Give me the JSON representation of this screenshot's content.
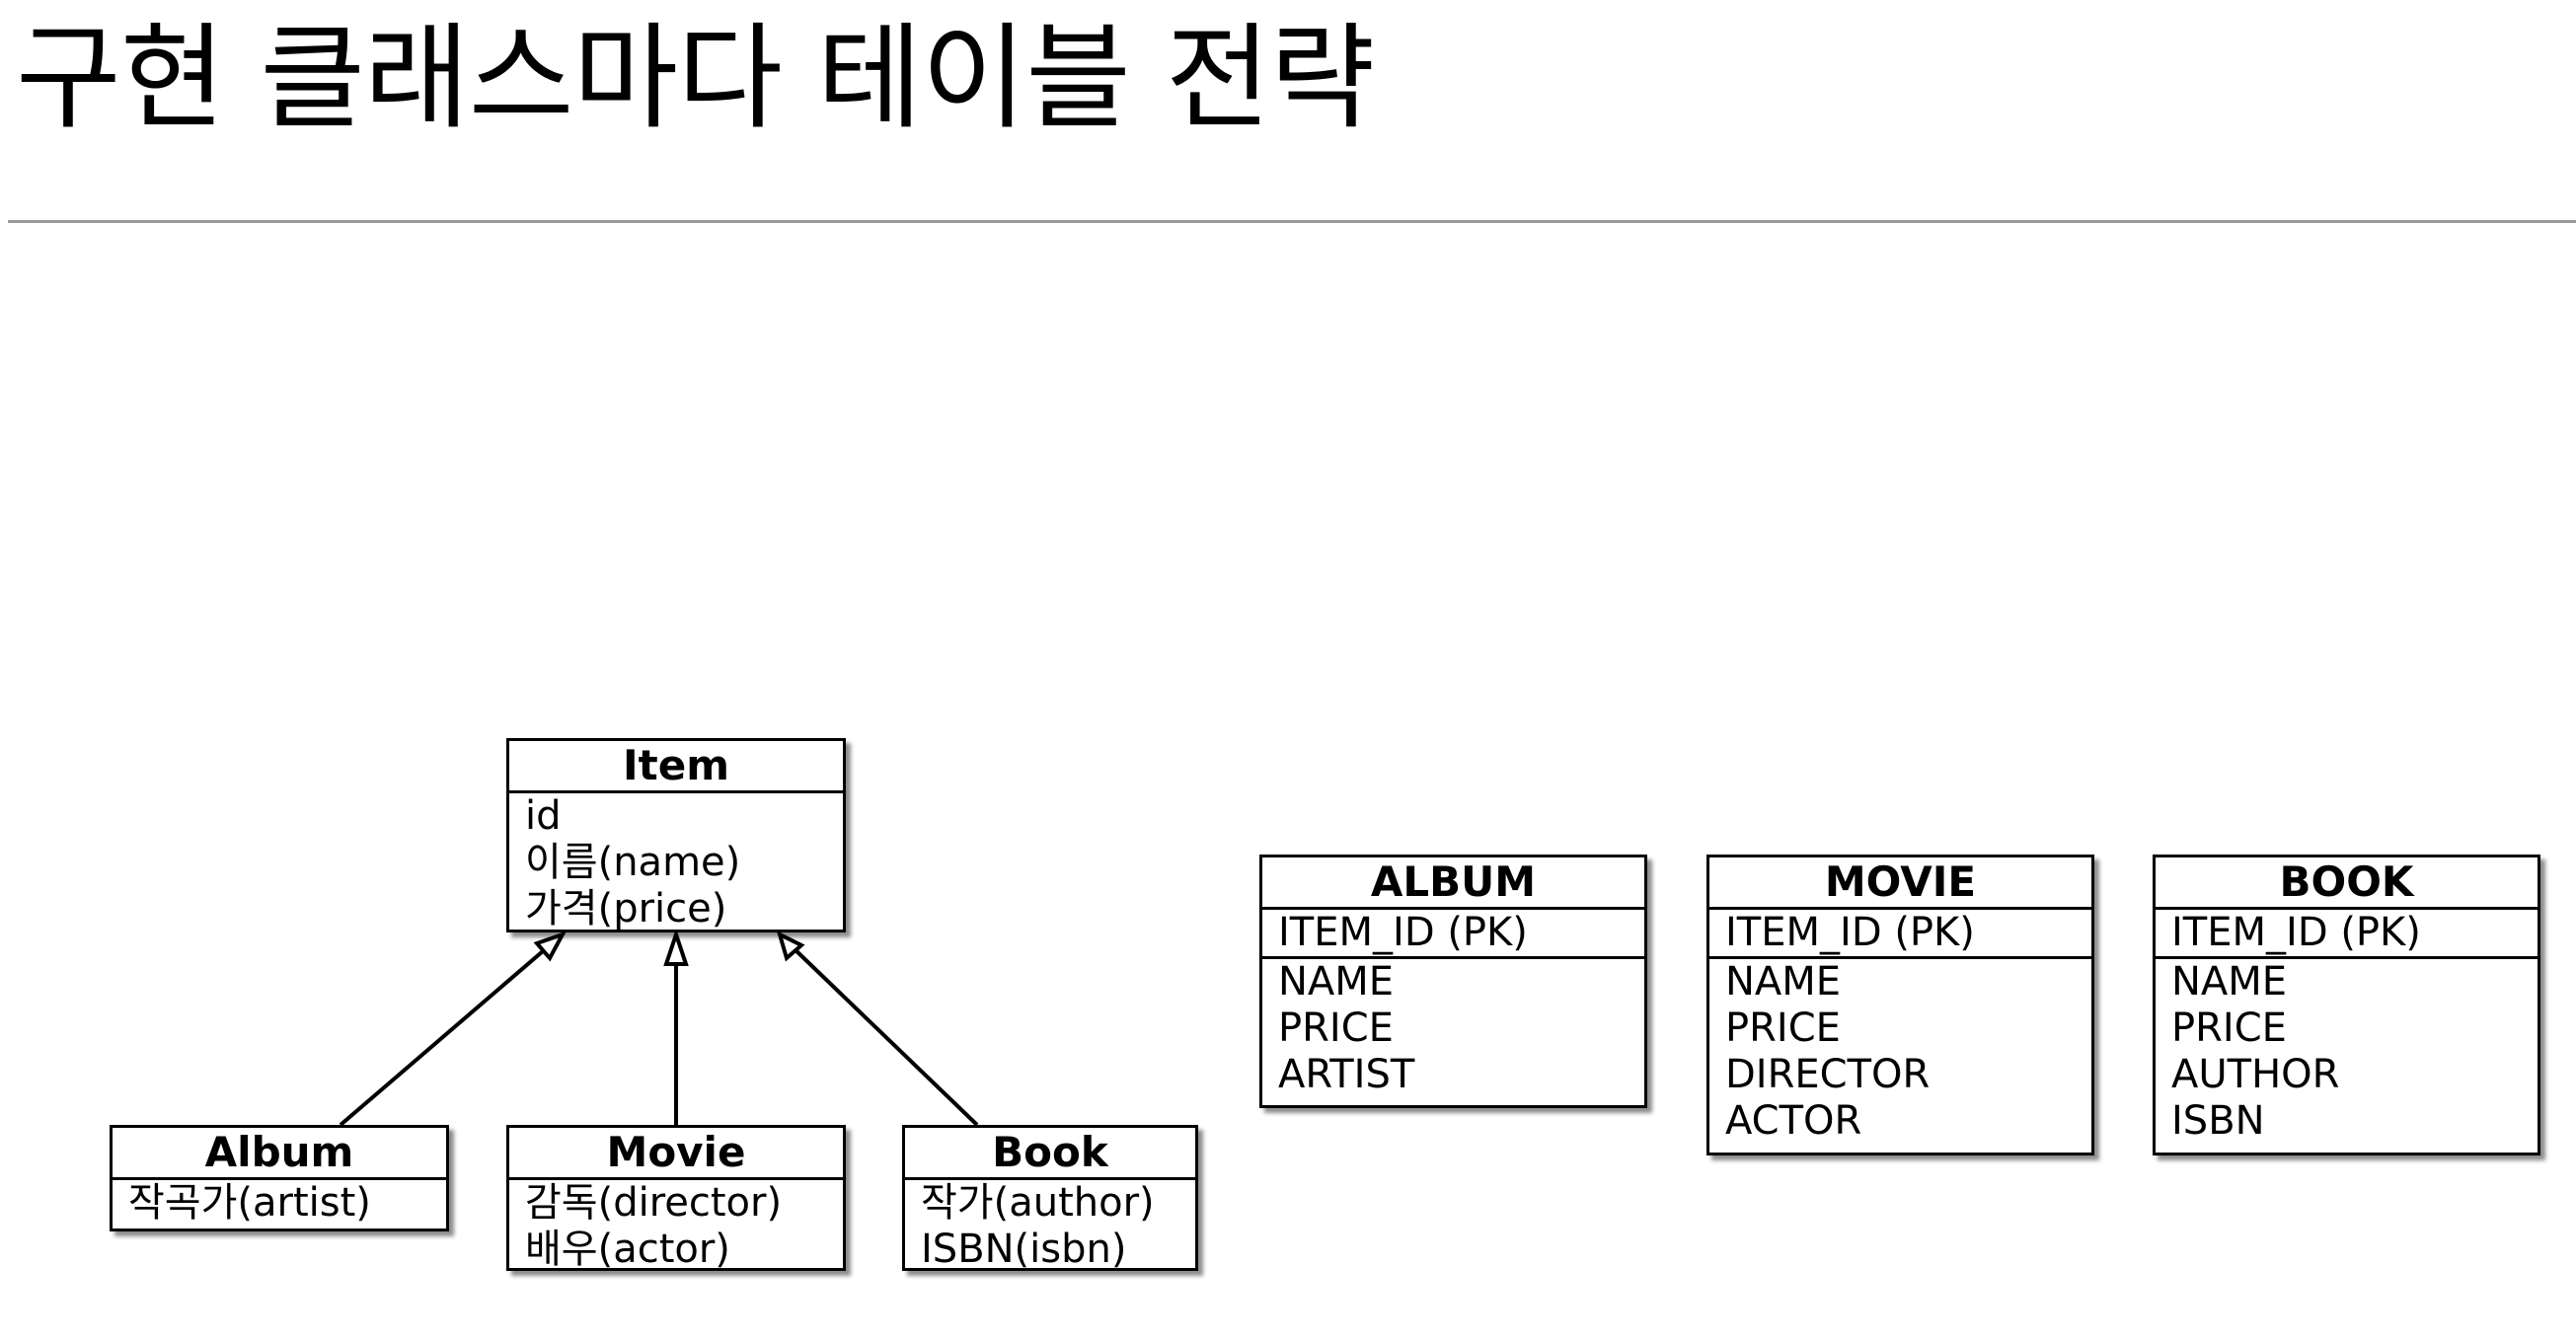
{
  "title": "구현 클래스마다 테이블 전략",
  "class_diagram": {
    "parent": {
      "name": "Item",
      "attributes": [
        "id",
        "이름(name)",
        "가격(price)"
      ]
    },
    "children": [
      {
        "name": "Album",
        "attributes": [
          "작곡가(artist)"
        ]
      },
      {
        "name": "Movie",
        "attributes": [
          "감독(director)",
          "배우(actor)"
        ]
      },
      {
        "name": "Book",
        "attributes": [
          "작가(author)",
          "ISBN(isbn)"
        ]
      }
    ]
  },
  "tables": [
    {
      "name": "ALBUM",
      "pk": "ITEM_ID (PK)",
      "columns": [
        "NAME",
        "PRICE",
        "ARTIST"
      ]
    },
    {
      "name": "MOVIE",
      "pk": "ITEM_ID (PK)",
      "columns": [
        "NAME",
        "PRICE",
        "DIRECTOR",
        "ACTOR"
      ]
    },
    {
      "name": "BOOK",
      "pk": "ITEM_ID (PK)",
      "columns": [
        "NAME",
        "PRICE",
        "AUTHOR",
        "ISBN"
      ]
    }
  ]
}
